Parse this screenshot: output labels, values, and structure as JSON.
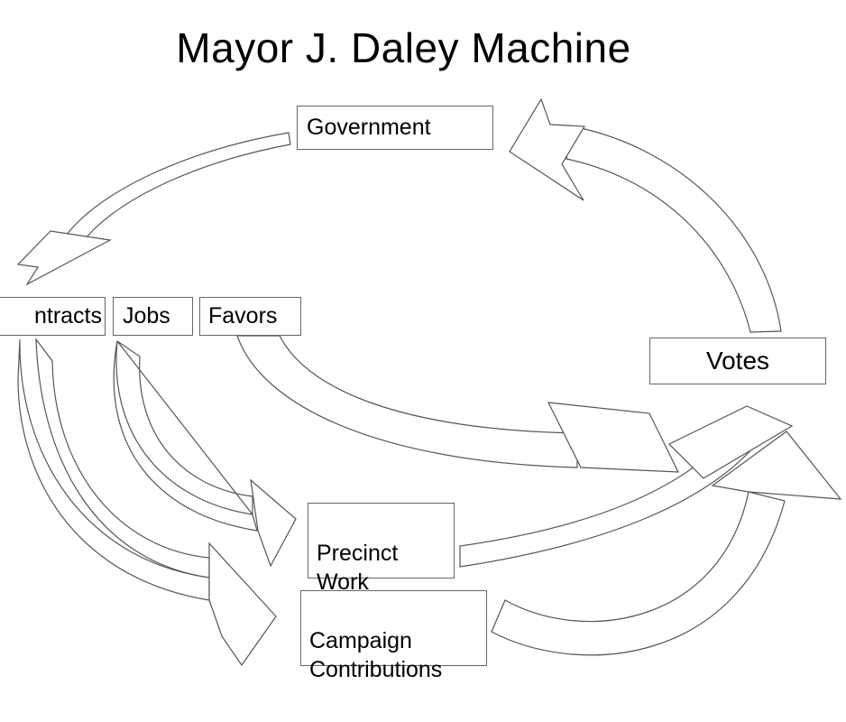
{
  "title": "Mayor J. Daley Machine",
  "nodes": {
    "government": "Government",
    "contracts": "ntracts",
    "jobs": "Jobs",
    "favors": "Favors",
    "votes": "Votes",
    "precinct_work": "Precinct\nWork",
    "campaign_contributions": "Campaign\nContributions"
  },
  "edges": [
    {
      "from": "Government",
      "to": "Contracts"
    },
    {
      "from": "Contracts",
      "to": "Campaign Contributions"
    },
    {
      "from": "Jobs",
      "to": "Precinct Work"
    },
    {
      "from": "Favors",
      "to": "Votes"
    },
    {
      "from": "Precinct Work",
      "to": "Votes"
    },
    {
      "from": "Campaign Contributions",
      "to": "Votes"
    },
    {
      "from": "Votes",
      "to": "Government"
    }
  ],
  "colors": {
    "arrow_stroke": "#555555",
    "box_border": "#666666",
    "background": "#ffffff"
  }
}
